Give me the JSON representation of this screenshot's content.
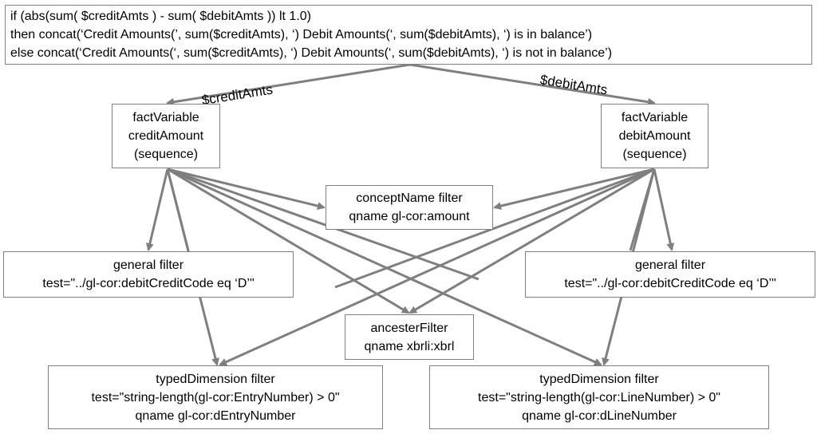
{
  "formula": {
    "lines": [
      "if (abs(sum( $creditAmts ) - sum( $debitAmts )) lt 1.0)",
      "then concat(‘Credit Amounts(’, sum($creditAmts), ‘) Debit Amounts(‘, sum($debitAmts), ‘) is in balance’)",
      "else concat(‘Credit Amounts(‘, sum($creditAmts), ‘) Debit Amounts(‘, sum($debitAmts), ‘) is not in balance’)"
    ]
  },
  "edge_labels": {
    "credit": "$creditAmts",
    "debit": "$debitAmts"
  },
  "nodes": {
    "fact_credit": {
      "lines": [
        "factVariable",
        "creditAmount",
        "(sequence)"
      ]
    },
    "fact_debit": {
      "lines": [
        "factVariable",
        "debitAmount",
        "(sequence)"
      ]
    },
    "concept_filter": {
      "lines": [
        "conceptName filter",
        "qname gl-cor:amount"
      ]
    },
    "general_left": {
      "lines": [
        "general filter",
        "test=\"../gl-cor:debitCreditCode eq ‘D’\""
      ]
    },
    "general_right": {
      "lines": [
        "general filter",
        "test=\"../gl-cor:debitCreditCode eq ‘D’\""
      ]
    },
    "ancester_filter": {
      "lines": [
        "ancesterFilter",
        "qname xbrli:xbrl"
      ]
    },
    "typed_left": {
      "lines": [
        "typedDimension filter",
        "test=\"string-length(gl-cor:EntryNumber) > 0\"",
        "qname gl-cor:dEntryNumber"
      ]
    },
    "typed_right": {
      "lines": [
        "typedDimension filter",
        "test=\"string-length(gl-cor:LineNumber) > 0\"",
        "qname gl-cor:dLineNumber"
      ]
    }
  },
  "colors": {
    "arrow": "#7f7f7f",
    "border": "#7f7f7f",
    "background": "#ffffff"
  }
}
